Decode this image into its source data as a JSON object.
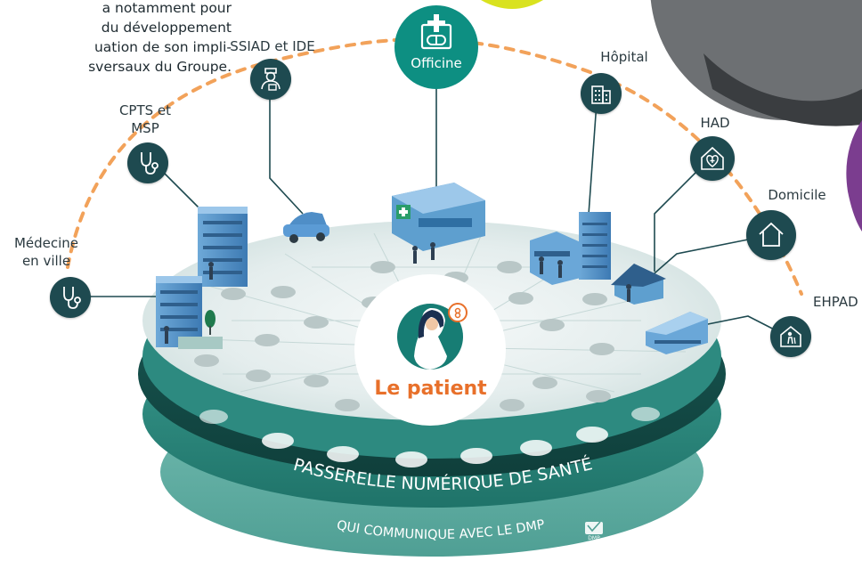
{
  "intro_text": {
    "line1": "a notamment pour",
    "line2": "du développement",
    "line3": "uation de son impli-",
    "line4": "sversaux du Groupe."
  },
  "center": {
    "label": "Le patient"
  },
  "platform": {
    "title": "PASSERELLE NUMÉRIQUE DE SANTÉ",
    "subtitle": "QUI COMMUNIQUE AVEC LE DMP",
    "dmp_logo_text": "DMP"
  },
  "nodes": {
    "officine": {
      "label": "Officine",
      "icon": "pharmacy-cross-icon"
    },
    "ssiad": {
      "label": "SSIAD et IDE",
      "icon": "nurse-icon"
    },
    "cpts": {
      "label_line1": "CPTS et",
      "label_line2": "MSP",
      "icon": "stethoscope-icon"
    },
    "medecine": {
      "label_line1": "Médecine",
      "label_line2": "en ville",
      "icon": "stethoscope-icon"
    },
    "hopital": {
      "label": "Hôpital",
      "icon": "hospital-building-icon"
    },
    "had": {
      "label": "HAD",
      "icon": "home-care-icon"
    },
    "domicile": {
      "label": "Domicile",
      "icon": "house-icon"
    },
    "ehpad": {
      "label": "EHPAD",
      "icon": "elderly-care-icon"
    }
  },
  "colors": {
    "node_dark": "#1e4a50",
    "officine": "#0d8f82",
    "platform_dark": "#134a46",
    "platform_teal": "#2f8f84",
    "platform_light": "#5fb1a5",
    "disc_top": "#e7efef",
    "arc_dash": "#f2a25a",
    "patient_text": "#e8702a",
    "yellow_accent": "#d9e21f",
    "purple_accent": "#7b3d8f"
  }
}
